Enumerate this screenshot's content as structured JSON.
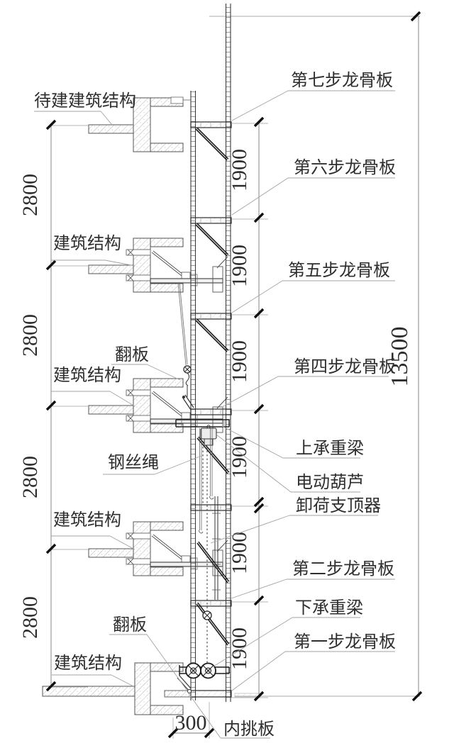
{
  "diagram": {
    "type": "attached-lifting-scaffold-elevation",
    "colors": {
      "ink": "#333333",
      "leader": "#a3a3a3",
      "concrete_hatch": "#9a9a9a"
    },
    "left_labels": {
      "pending_structure": "待建建筑结构",
      "structure": "建筑结构",
      "flip_board": "翻板",
      "wire_rope": "钢丝绳"
    },
    "right_labels": {
      "step7": "第七步龙骨板",
      "step6": "第六步龙骨板",
      "step5": "第五步龙骨板",
      "step4": "第四步龙骨板",
      "upper_beam": "上承重梁",
      "electric_hoist": "电动葫芦",
      "unloading_jack": "卸荷支顶器",
      "step2": "第二步龙骨板",
      "lower_beam": "下承重梁",
      "step1": "第一步龙骨板",
      "inner_cantilever_board": "内挑板"
    },
    "dimensions": {
      "floor_heights": [
        "2800",
        "2800",
        "2800",
        "2800"
      ],
      "step_heights": [
        "1900",
        "1900",
        "1900",
        "1900",
        "1900",
        "1900"
      ],
      "total_height": "13500",
      "bottom_offset": "300"
    }
  }
}
